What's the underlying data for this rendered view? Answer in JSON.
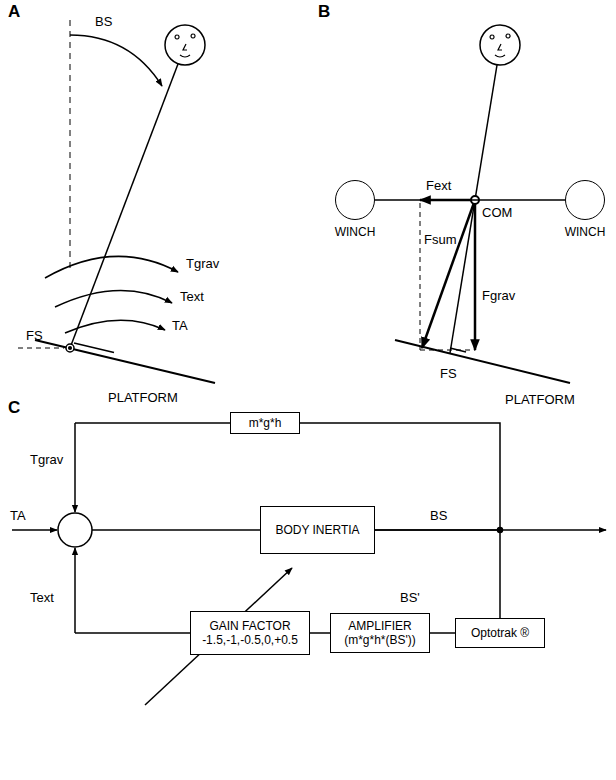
{
  "diagram": {
    "nodes": [
      {
        "text": [
          "WINCH"
        ]
      },
      {
        "text": [
          "WINCH"
        ]
      },
      {
        "text": [
          "m*g*h"
        ]
      },
      {
        "text": [
          "BODY INERTIA"
        ]
      },
      {
        "text": [
          "GAIN FACTOR",
          "-1.5,-1,-0.5,0,+0.5"
        ]
      },
      {
        "text": [
          "AMPLIFIER",
          "(m*g*h*(BS'))"
        ]
      },
      {
        "text": [
          "Optotrak ®"
        ]
      }
    ],
    "edges": [
      {
        "from": 0,
        "to": 1,
        "arrow": "none"
      },
      {
        "from": 3,
        "to": 2,
        "arrow": "none"
      },
      {
        "from": 3,
        "to": 6,
        "arrow": "none"
      },
      {
        "from": 6,
        "to": 5,
        "arrow": "none"
      },
      {
        "from": 5,
        "to": 4,
        "arrow": "none"
      }
    ],
    "labels": [
      "A",
      "BS",
      "Tgrav",
      "Text",
      "TA",
      "FS",
      "PLATFORM",
      "B",
      "Fext",
      "COM",
      "Fsum",
      "Fgrav",
      "FS",
      "PLATFORM",
      "C",
      "Tgrav",
      "TA",
      "Text",
      "BS",
      "BS'"
    ]
  }
}
